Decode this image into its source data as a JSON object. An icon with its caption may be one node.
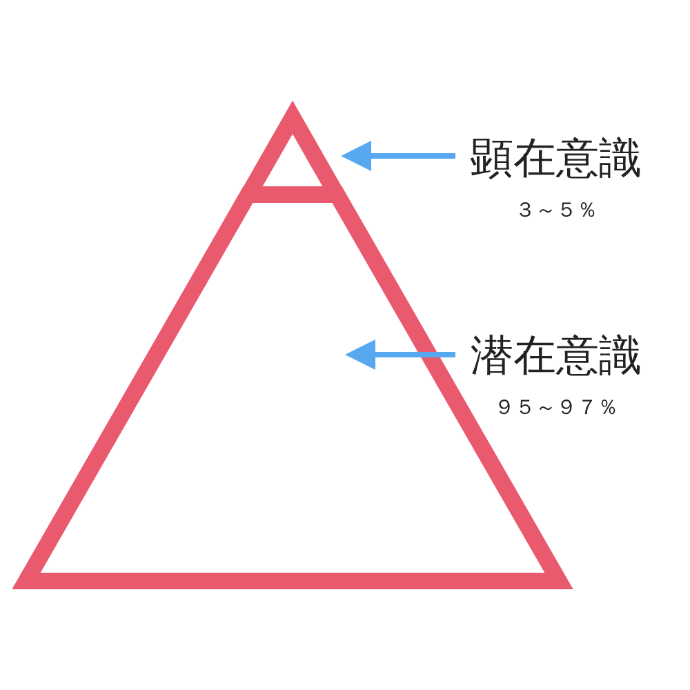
{
  "diagram": {
    "nodes": [
      {
        "text": [],
        "shape": "triangle"
      },
      {
        "text": [
          "顕在意識",
          "３～５％"
        ]
      },
      {
        "text": [],
        "shape": "trapezoid"
      },
      {
        "text": [
          "潜在意識",
          "９５～９７％"
        ]
      }
    ],
    "edges": [
      {
        "from": 1,
        "to": 0,
        "arrow": "to"
      },
      {
        "from": 3,
        "to": 2,
        "arrow": "to"
      }
    ]
  }
}
